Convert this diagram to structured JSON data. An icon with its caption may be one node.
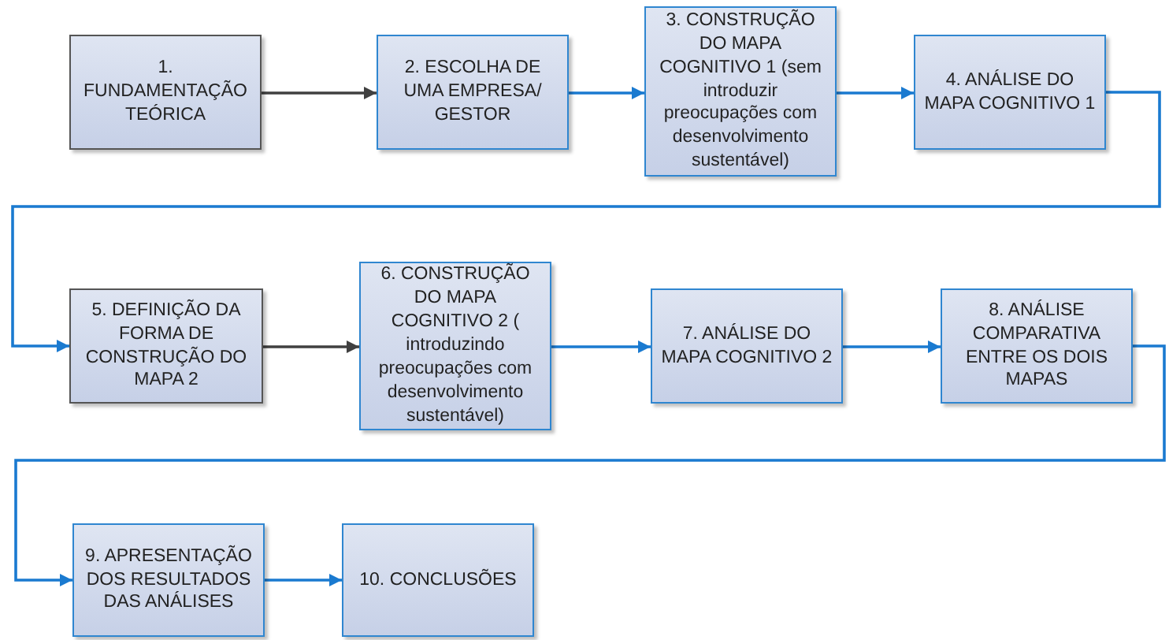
{
  "diagram": {
    "nodes": [
      {
        "text": [
          "1. FUNDAMENTAÇÃO TEÓRICA"
        ]
      },
      {
        "text": [
          "2. ESCOLHA DE UMA EMPRESA/ GESTOR"
        ]
      },
      {
        "text": [
          "3. CONSTRUÇÃO DO MAPA COGNITIVO 1 (sem introduzir preocupações com desenvolvimento sustentável)"
        ]
      },
      {
        "text": [
          "4. ANÁLISE DO MAPA COGNITIVO 1"
        ]
      },
      {
        "text": [
          "5. DEFINIÇÃO DA FORMA DE CONSTRUÇÃO DO MAPA 2"
        ]
      },
      {
        "text": [
          "6. CONSTRUÇÃO DO MAPA COGNITIVO 2 ( introduzindo preocupações com desenvolvimento sustentável)"
        ]
      },
      {
        "text": [
          "7. ANÁLISE DO MAPA COGNITIVO 2"
        ]
      },
      {
        "text": [
          "8. ANÁLISE COMPARATIVA ENTRE OS DOIS MAPAS"
        ]
      },
      {
        "text": [
          "9. APRESENTAÇÃO DOS RESULTADOS DAS ANÁLISES"
        ]
      },
      {
        "text": [
          "10. CONCLUSÕES"
        ]
      }
    ],
    "edges": [
      {
        "from": 0,
        "to": 1,
        "arrow": "to",
        "color": "#404040"
      },
      {
        "from": 1,
        "to": 2,
        "arrow": "to"
      },
      {
        "from": 2,
        "to": 3,
        "arrow": "to"
      },
      {
        "from": 3,
        "to": 4,
        "arrow": "to"
      },
      {
        "from": 4,
        "to": 5,
        "arrow": "to",
        "color": "#404040"
      },
      {
        "from": 5,
        "to": 6,
        "arrow": "to"
      },
      {
        "from": 6,
        "to": 7,
        "arrow": "to"
      },
      {
        "from": 7,
        "to": 8,
        "arrow": "to"
      },
      {
        "from": 8,
        "to": 9,
        "arrow": "to"
      }
    ]
  }
}
